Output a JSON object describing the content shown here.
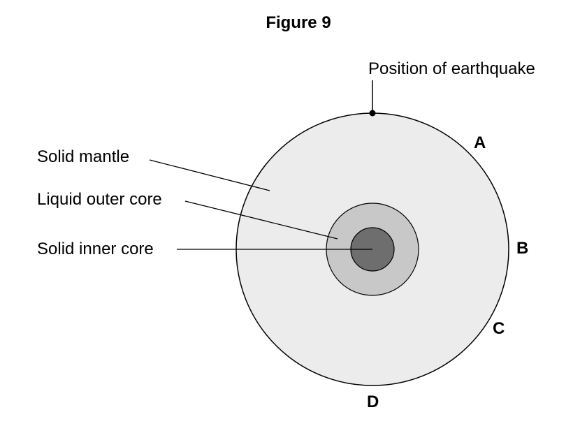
{
  "figure": {
    "title": "Figure 9"
  },
  "labels": {
    "earthquake": "Position of earthquake",
    "mantle": "Solid mantle",
    "outer_core": "Liquid outer core",
    "inner_core": "Solid inner core"
  },
  "points": {
    "a": "A",
    "b": "B",
    "c": "C",
    "d": "D"
  },
  "colors": {
    "mantle_fill": "#ececec",
    "outer_core_fill": "#c8c8c8",
    "inner_core_fill": "#6e6e6e",
    "stroke": "#000000"
  }
}
